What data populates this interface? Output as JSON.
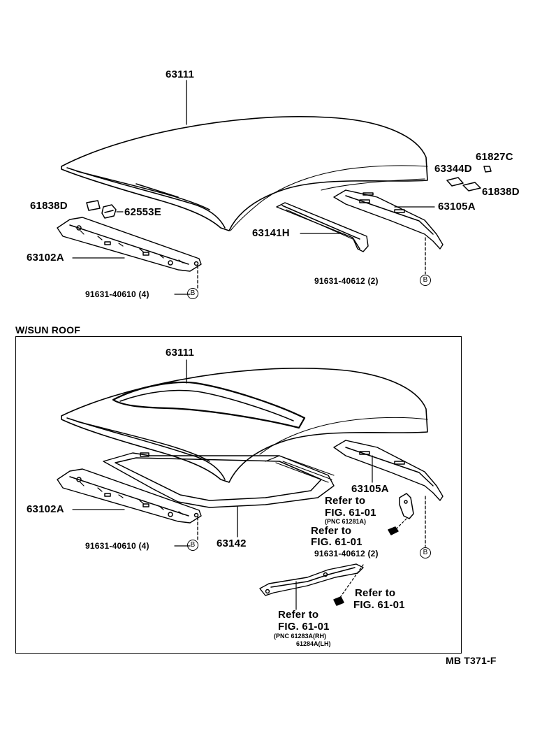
{
  "top": {
    "roof": "63111",
    "pad_left": "61838D",
    "pad_left2": "62553E",
    "rail_front": "63102A",
    "rail_center": "63141H",
    "rail_rear": "63105A",
    "rt_top": "61827C",
    "rt_mid": "63344D",
    "rt_pad": "61838D",
    "bolt_front": "91631-40610",
    "bolt_front_qty": "(4)",
    "bolt_rear": "91631-40612",
    "bolt_rear_qty": "(2)",
    "ref_mark": "B"
  },
  "sunroof": {
    "section_title": "W/SUN ROOF",
    "roof": "63111",
    "rail_front": "63102A",
    "rail_rear": "63105A",
    "frame": "63142",
    "bolt_front": "91631-40610",
    "bolt_front_qty": "(4)",
    "bolt_rear": "91631-40612",
    "bolt_rear_qty": "(2)",
    "ref_mark": "B",
    "refer1_a": "Refer to",
    "refer1_b": "FIG. 61-01",
    "refer1_pnc": "(PNC 61281A)",
    "refer2_a": "Refer to",
    "refer2_b": "FIG. 61-01",
    "refer3_a": "Refer to",
    "refer3_b": "FIG. 61-01",
    "refer4_a": "Refer to",
    "refer4_b": "FIG. 61-01",
    "refer4_pnc1": "(PNC 61283A(RH)",
    "refer4_pnc2": "61284A(LH)"
  },
  "code": "MB T371-F"
}
